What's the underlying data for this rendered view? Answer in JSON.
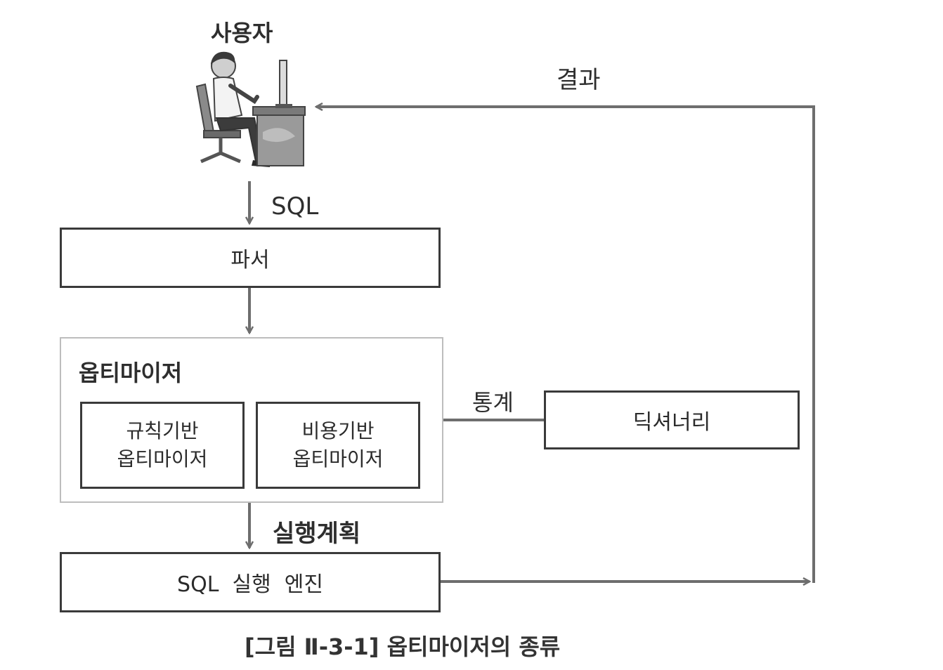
{
  "user": {
    "label": "사용자"
  },
  "edges": {
    "sql": "SQL",
    "result": "결과",
    "stats": "통계",
    "plan": "실행계획"
  },
  "boxes": {
    "parser": "파서",
    "optimizer_title": "옵티마이저",
    "rule_based": [
      "규칙기반",
      "옵티마이저"
    ],
    "cost_based": [
      "비용기반",
      "옵티마이저"
    ],
    "dictionary": "딕셔너리",
    "engine": "SQL  실행  엔진"
  },
  "caption": "[그림 Ⅱ-3-1] 옵티마이저의 종류",
  "colors": {
    "line": "#6e6e6e",
    "border": "#3a3a3a",
    "text": "#2e2e2e"
  }
}
